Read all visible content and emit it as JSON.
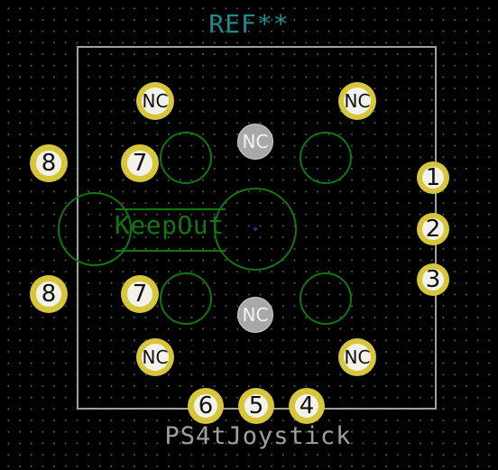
{
  "footprint": {
    "reference": "REF**",
    "value": "PS4tJoystick",
    "keepout_label": "KeepOut"
  },
  "colors": {
    "background": "#000000",
    "grid_dot": "#5a5a5a",
    "courtyard": "#a0a0a0",
    "silk_green": "#117711",
    "reference_text": "#1f8c8c",
    "value_text": "#a0a0a0",
    "pad_ring": "#d7c63a",
    "pad_drill": "#f2f2ea",
    "npth_fill": "#a8a8a8",
    "anchor_blue": "#2030a0"
  },
  "pads": [
    {
      "label": "NC",
      "type": "mounting"
    },
    {
      "label": "NC",
      "type": "mounting"
    },
    {
      "label": "NC",
      "type": "npth"
    },
    {
      "label": "8",
      "type": "pth"
    },
    {
      "label": "7",
      "type": "pth"
    },
    {
      "label": "1",
      "type": "pth"
    },
    {
      "label": "2",
      "type": "pth"
    },
    {
      "label": "3",
      "type": "pth"
    },
    {
      "label": "8",
      "type": "pth"
    },
    {
      "label": "7",
      "type": "pth"
    },
    {
      "label": "NC",
      "type": "npth"
    },
    {
      "label": "NC",
      "type": "mounting"
    },
    {
      "label": "NC",
      "type": "mounting"
    },
    {
      "label": "6",
      "type": "pth"
    },
    {
      "label": "5",
      "type": "pth"
    },
    {
      "label": "4",
      "type": "pth"
    }
  ]
}
